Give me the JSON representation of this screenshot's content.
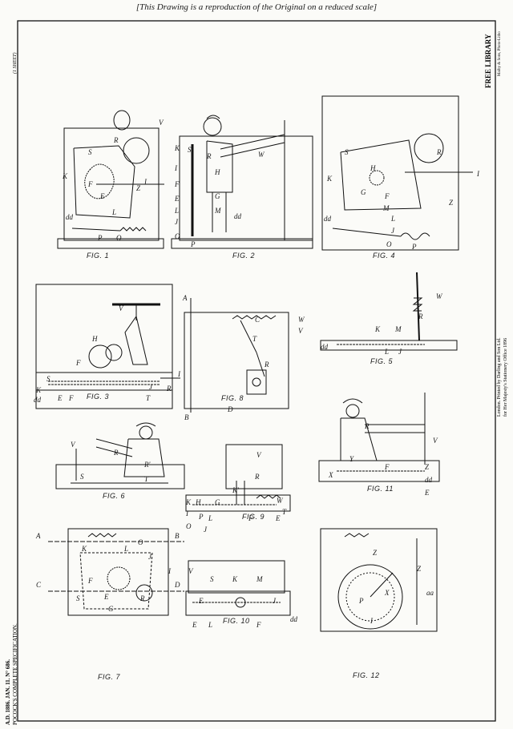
{
  "header": "[This Drawing is a reproduction of the Original on a reduced scale]",
  "sheet_label": "(1 SHEET)",
  "left_margin": {
    "line1": "A.D. 1886. JAN. 11. N° 686.",
    "line2": "POCOCK'S COMPLETE SPECIFICATION."
  },
  "right_margin": {
    "printer1": "London. Printed by Darling and Son Ltd.",
    "printer2": "for Her Majesty's Stationery Office 1896",
    "stamp": "FREE LIBRARY",
    "small": "Malby & Sons, Photo-Litho"
  },
  "figures": [
    {
      "id": "fig1",
      "label": "FIG. 1"
    },
    {
      "id": "fig2",
      "label": "FIG. 2"
    },
    {
      "id": "fig4",
      "label": "FIG. 4"
    },
    {
      "id": "fig3",
      "label": "FIG. 3"
    },
    {
      "id": "fig8",
      "label": "FIG. 8"
    },
    {
      "id": "fig5",
      "label": "FIG. 5"
    },
    {
      "id": "fig6",
      "label": "FIG. 6"
    },
    {
      "id": "fig9",
      "label": "FIG. 9"
    },
    {
      "id": "fig11",
      "label": "FIG. 11"
    },
    {
      "id": "fig7",
      "label": "FIG. 7"
    },
    {
      "id": "fig10",
      "label": "FIG. 10"
    },
    {
      "id": "fig12",
      "label": "FIG. 12"
    }
  ],
  "letters": {
    "fig1": [
      "V",
      "R",
      "K",
      "S",
      "Z",
      "F",
      "E",
      "L",
      "dd",
      "P",
      "O",
      "I"
    ],
    "fig2": [
      "K",
      "S",
      "R",
      "W",
      "I",
      "F",
      "E",
      "L",
      "J",
      "O",
      "H",
      "G",
      "M",
      "dd",
      "P"
    ],
    "fig4": [
      "S",
      "R",
      "H",
      "K",
      "G",
      "F",
      "M",
      "L",
      "J",
      "dd",
      "O",
      "P",
      "I",
      "Z"
    ],
    "fig3": [
      "V",
      "H",
      "F",
      "S",
      "K",
      "dd",
      "E",
      "F",
      "T",
      "J",
      "R",
      "I"
    ],
    "fig8": [
      "A",
      "C",
      "W",
      "V",
      "R",
      "D",
      "B",
      "T"
    ],
    "fig5": [
      "W",
      "R",
      "K",
      "M",
      "dd",
      "L",
      "J"
    ],
    "fig6": [
      "V",
      "R",
      "R'",
      "S",
      "T"
    ],
    "fig9": [
      "V",
      "R",
      "K'",
      "K",
      "H",
      "G",
      "W",
      "T",
      "I",
      "P",
      "O",
      "J",
      "L",
      "F",
      "E"
    ],
    "fig11": [
      "R",
      "V",
      "Y",
      "F",
      "Z",
      "X",
      "E",
      "dd"
    ],
    "fig7": [
      "A",
      "B",
      "C",
      "D",
      "K",
      "L",
      "O",
      "J",
      "F",
      "E",
      "G",
      "R",
      "I",
      "S"
    ],
    "fig10": [
      "V",
      "S",
      "K",
      "M",
      "E",
      "J",
      "dd",
      "F",
      "E",
      "L"
    ],
    "fig12": [
      "Z",
      "X",
      "Z",
      "aa",
      "P",
      "I"
    ]
  }
}
